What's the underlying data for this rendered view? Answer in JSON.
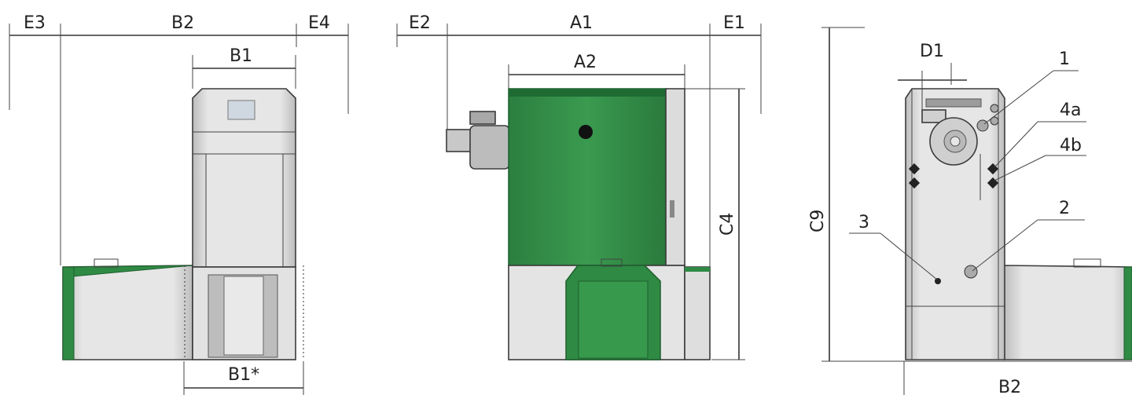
{
  "colors": {
    "green": "#2f8a44",
    "green_dark": "#1f5f2e",
    "grey_light": "#e4e4e4",
    "grey_mid": "#cfcfcf",
    "grey_dark": "#9c9c9c",
    "line": "#333333"
  },
  "front_view": {
    "dims": {
      "e3": "E3",
      "b2": "B2",
      "e4": "E4",
      "b1": "B1",
      "b1_star": "B1*"
    }
  },
  "side_view": {
    "dims": {
      "e2": "E2",
      "a1": "A1",
      "e1": "E1",
      "a2": "A2",
      "c4": "C4"
    }
  },
  "rear_view": {
    "dims": {
      "d1": "D1",
      "c9": "C9",
      "b2": "B2"
    },
    "connections": {
      "c1": "1",
      "c2": "2",
      "c3": "3",
      "c4a": "4a",
      "c4b": "4b"
    }
  }
}
